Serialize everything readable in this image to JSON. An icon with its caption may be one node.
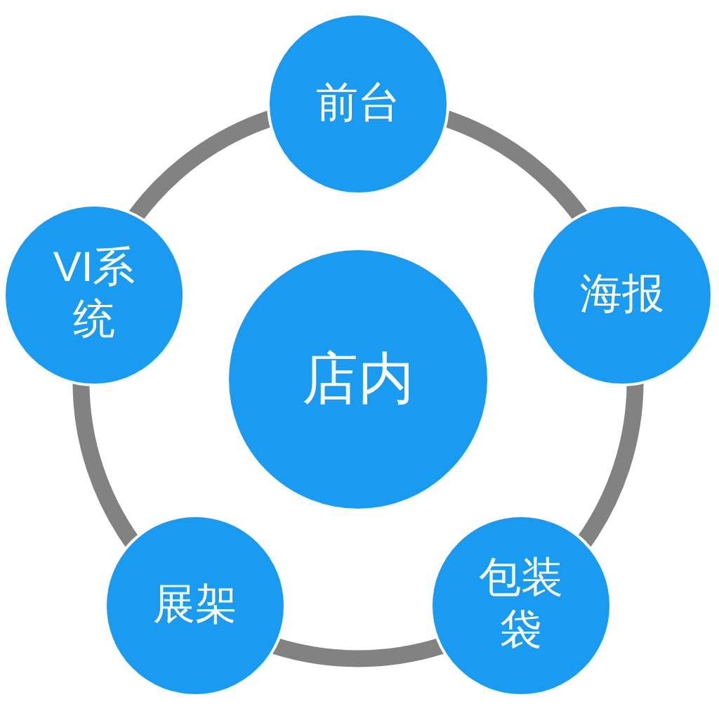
{
  "diagram": {
    "nodes": [
      {
        "text": [
          "前台"
        ]
      },
      {
        "text": [
          "VI系统"
        ]
      },
      {
        "text": [
          "店内"
        ]
      },
      {
        "text": [
          "海报"
        ]
      },
      {
        "text": [
          "展架"
        ]
      },
      {
        "text": [
          "包装袋"
        ]
      }
    ],
    "edges": [
      {
        "from": 0,
        "to": 3,
        "arrow": "none"
      },
      {
        "from": 3,
        "to": 5,
        "arrow": "none"
      },
      {
        "from": 5,
        "to": 4,
        "arrow": "none"
      },
      {
        "from": 4,
        "to": 1,
        "arrow": "none"
      },
      {
        "from": 1,
        "to": 0,
        "arrow": "none"
      }
    ]
  }
}
